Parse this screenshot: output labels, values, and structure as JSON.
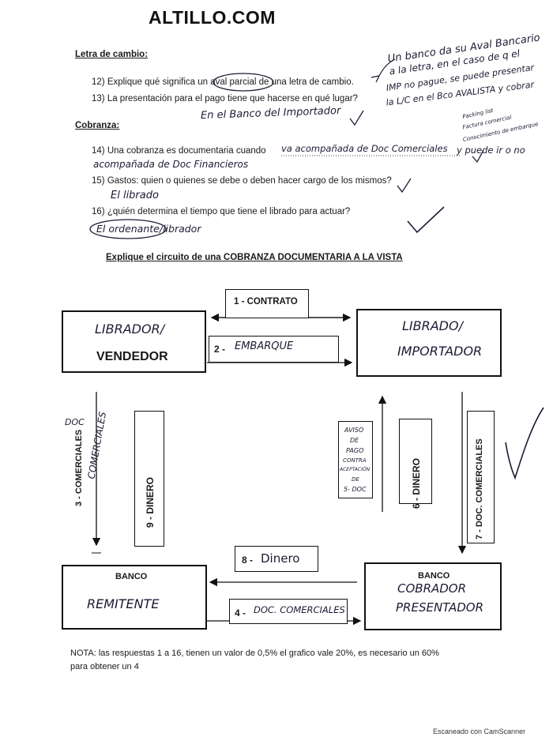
{
  "header": {
    "brand": "ALTILLO.COM"
  },
  "section_letra": {
    "title": "Letra de cambio:",
    "q12": "12) Explique qué significa un aval parcial de una letra de cambio.",
    "q13": "13) La presentación para el pago tiene que hacerse en qué lugar?",
    "a12_lines": [
      "Un banco da su Aval Bancario",
      "a la letra, en el caso de q el",
      "IMP no pague, se puede presentar",
      "la L/C en el Bco AVALISTA y cobrar"
    ],
    "a13": "En el Banco del Importador"
  },
  "section_cobranza": {
    "title": "Cobranza:",
    "q14_prefix": "14) Una cobranza es  documentaria  cuando",
    "a14_inline": "va acompañada de Doc Comerciales",
    "a14_tail": "y puede ir o no",
    "a14_line2": "acompañada de Doc Financieros",
    "a14_margin": [
      "Packing list",
      "Factura comercial",
      "Conocimiento de embarque"
    ],
    "q15": "15) Gastos: quien o quienes se debe o deben hacer cargo de los mismos?",
    "a15": "El librado",
    "q16": "16) ¿quién determina el tiempo que tiene el librado para actuar?",
    "a16": "El ordenante/librador"
  },
  "diagram": {
    "heading": "Explique el circuito de una COBRANZA DOCUMENTARIA A LA VISTA",
    "step1": "1 -  CONTRATO",
    "step2_num": "2 -",
    "step2_hand": "EMBARQUE",
    "step8_num": "8 -",
    "step8_hand": "Dinero",
    "step4_num": "4 -",
    "step4_hand": "DOC. COMERCIALES",
    "librador_hand": "LIBRADOR/",
    "librador_print": "VENDEDOR",
    "librado_hand_1": "LIBRADO/",
    "librado_hand_2": "IMPORTADOR",
    "banco_left_print": "BANCO",
    "banco_left_hand": "REMITENTE",
    "banco_right_print": "BANCO",
    "banco_right_hand_1": "COBRADOR",
    "banco_right_hand_2": "PRESENTADOR",
    "step3": "3 -  COMERCIALES",
    "step3_extra": "DOC",
    "step3_side": "COMERCIALES",
    "step9": "9 -  DINERO",
    "aviso_lines": [
      "AVISO",
      "DE",
      "PAGO",
      "CONTRA",
      "ACEPTACIÓN",
      "DE",
      "5- DOC"
    ],
    "step6": "6 -  DINERO",
    "step7": "7 -  DOC. COMERCIALES"
  },
  "footer": {
    "note_line1": "NOTA: las respuestas 1 a 16, tienen un valor de 0,5% el grafico vale 20%, es necesario un 60%",
    "note_line2": "para obtener un 4",
    "scanner": "Escaneado con CamScanner"
  }
}
